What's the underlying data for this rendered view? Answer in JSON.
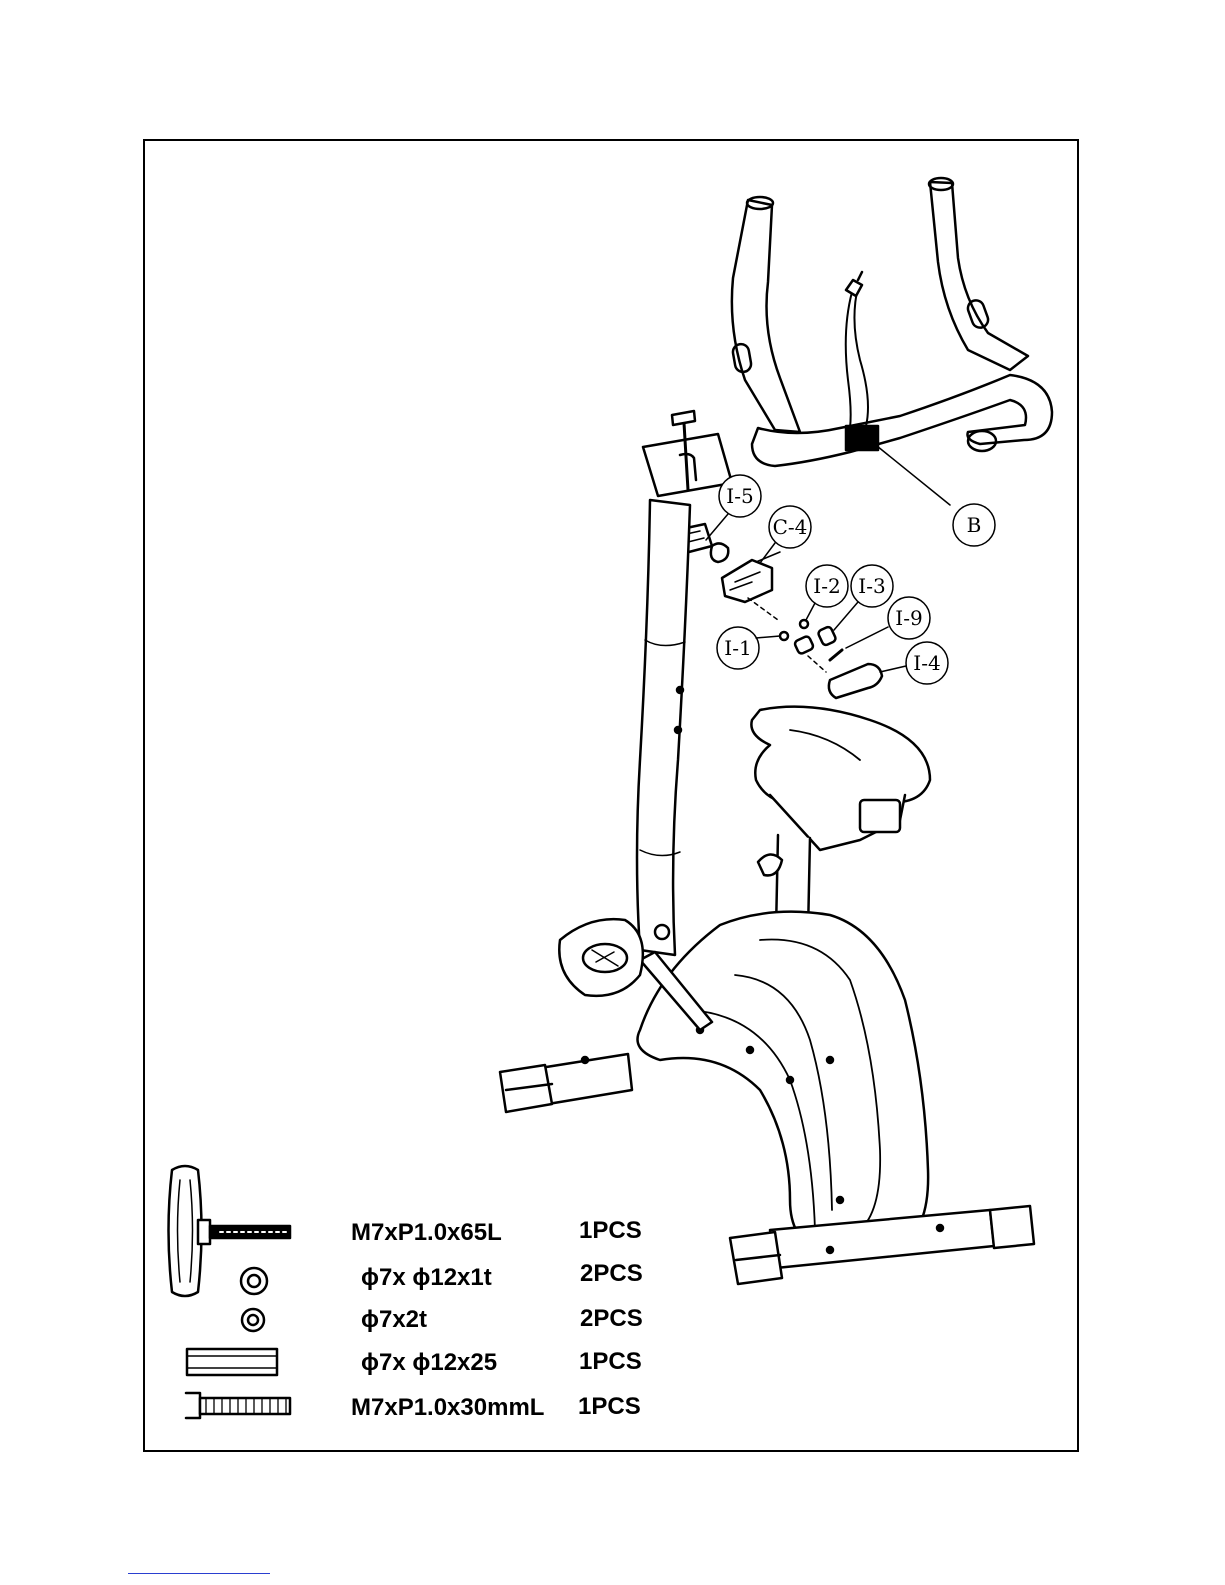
{
  "callouts": {
    "b": "B",
    "i5": "I-5",
    "c4": "C-4",
    "i2": "I-2",
    "i3": "I-3",
    "i9": "I-9",
    "i1": "I-1",
    "i4": "I-4"
  },
  "hardware": [
    {
      "desc": "M7xP1.0x65L",
      "qty": "1PCS",
      "icon": "t-handle-knob-icon"
    },
    {
      "desc": "ϕ7x  ϕ12x1t",
      "qty": "2PCS",
      "icon": "flat-washer-icon"
    },
    {
      "desc": "ϕ7x2t",
      "qty": "2PCS",
      "icon": "spring-washer-icon"
    },
    {
      "desc": "ϕ7x  ϕ12x25",
      "qty": "1PCS",
      "icon": "spacer-sleeve-icon"
    },
    {
      "desc": "M7xP1.0x30mmL",
      "qty": "1PCS",
      "icon": "bolt-icon"
    }
  ]
}
